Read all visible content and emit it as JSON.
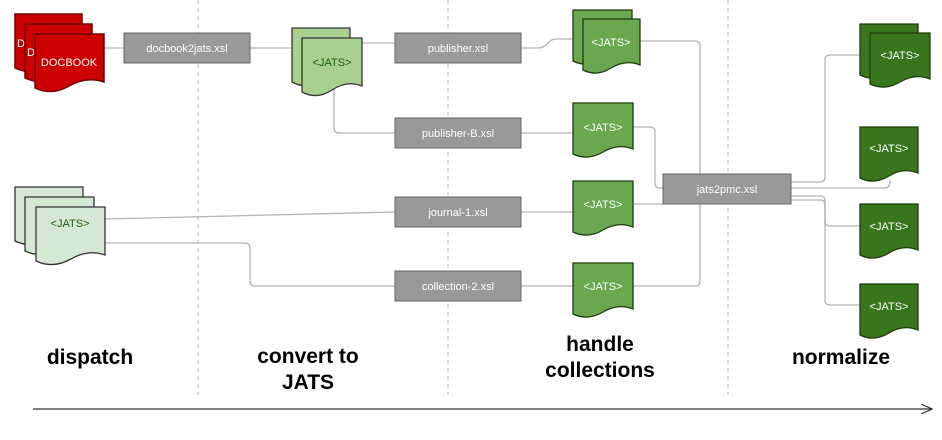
{
  "colors": {
    "docbook_fill": "#cc0000",
    "docbook_stroke": "#6f0000",
    "jats_light_fill": "#d5e8d4",
    "jats_mid_fill": "#a9d08e",
    "jats_green_fill": "#6aa84f",
    "jats_dark_fill": "#38761d",
    "jats_dark_stroke": "#1e3d0e",
    "transform_fill": "#999999",
    "transform_stroke": "#666666",
    "connector": "#b3b3b3",
    "divider": "#b3b3b3"
  },
  "documents": {
    "docbook": "DOCBOOK",
    "docbook_stacked_letter": "D",
    "jats": "<JATS>"
  },
  "transforms": {
    "docbook2jats": "docbook2jats.xsl",
    "publisher": "publisher.xsl",
    "publisher_b": "publisher-B.xsl",
    "journal_1": "journal-1.xsl",
    "collection_2": "collection-2.xsl",
    "jats2pmc": "jats2pmc.xsl"
  },
  "stages": {
    "dispatch": "dispatch",
    "convert_line1": "convert to",
    "convert_line2": "JATS",
    "handle_line1": "handle",
    "handle_line2": "collections",
    "normalize": "normalize"
  }
}
